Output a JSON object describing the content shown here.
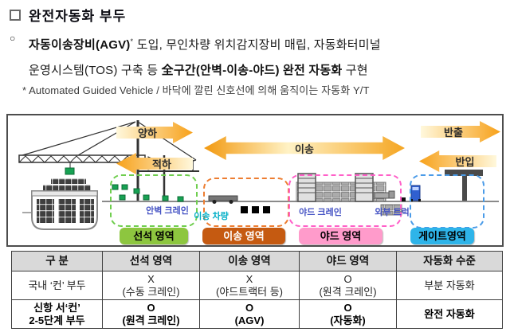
{
  "title": {
    "checkbox_glyph": "□",
    "text": "완전자동화 부두"
  },
  "intro": {
    "marker": "○",
    "lead_bold": "자동이송장비(AGV)",
    "lead_sup": "*",
    "line1_rest": " 도입, 무인차량 위치감지장비 매립, 자동화터미널",
    "line2_start": "운영시스템(TOS) 구축 등 ",
    "line2_bold": "全구간(안벽-이송-야드) 완전 자동화",
    "line2_end": " 구현",
    "footnote": "* Automated Guided Vehicle / 바닥에 깔린 신호선에 의해 움직이는 자동화 Y/T"
  },
  "diagram": {
    "flow_arrows": {
      "unloading": "양하",
      "loading": "적하",
      "transfer": "이송",
      "carry_out": "반출",
      "carry_in": "반입"
    },
    "equipment_labels": {
      "quay_crane": "안벽 크레인",
      "transfer_vehicle": "이송 차량",
      "yard_crane": "야드 크레인",
      "external_truck": "외부 트럭"
    },
    "zones": [
      {
        "label": "선석 영역",
        "color": "#8DC63F"
      },
      {
        "label": "이송 영역",
        "color": "#C55A11"
      },
      {
        "label": "야드 영역",
        "color": "#FF9BCB"
      },
      {
        "label": "게이트영역",
        "color": "#2EB4E9"
      }
    ],
    "arrow_gradient": [
      "#FFF8DC",
      "#F7A11A"
    ]
  },
  "table": {
    "headers": [
      "구 분",
      "선석 영역",
      "이송 영역",
      "야드 영역",
      "자동화 수준"
    ],
    "rows": [
      {
        "category_line1": "국내 ‘컨’ 부두",
        "category_line2": "",
        "berth_mark": "X",
        "berth_note": "(수동 크레인)",
        "transfer_mark": "X",
        "transfer_note": "(야드트랙터 등)",
        "yard_mark": "O",
        "yard_note": "(원격 크레인)",
        "automation_level": "부분 자동화"
      },
      {
        "category_line1": "신항 서‘컨’",
        "category_line2": "2-5단계 부두",
        "berth_mark": "O",
        "berth_note": "(원격 크레인)",
        "transfer_mark": "O",
        "transfer_note": "(AGV)",
        "yard_mark": "O",
        "yard_note": "(자동화)",
        "automation_level": "완전 자동화"
      }
    ]
  }
}
